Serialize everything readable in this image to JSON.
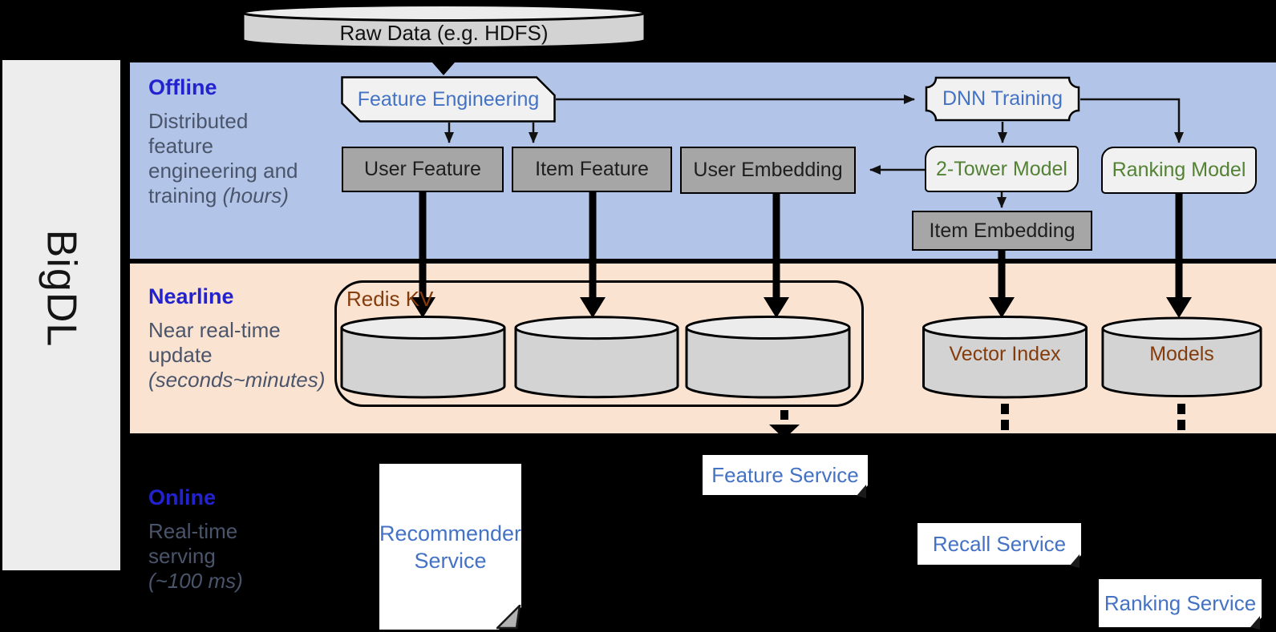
{
  "bigdl_label": "BigDL",
  "raw_data_label": "Raw Data (e.g. HDFS)",
  "sections": {
    "offline": {
      "title": "Offline",
      "line1": "Distributed",
      "line2": "feature",
      "line3": "engineering and",
      "line4_regular": "training ",
      "line4_italic": "(hours)"
    },
    "nearline": {
      "title": "Nearline",
      "line1": "Near real-time",
      "line2": "update",
      "line3_italic": "(seconds~minutes)"
    },
    "online": {
      "title": "Online",
      "line1": "Real-time",
      "line2": "serving",
      "line3_italic": "(~100 ms)"
    }
  },
  "boxes": {
    "feature_engineering": "Feature Engineering",
    "dnn_training": "DNN Training",
    "user_feature": "User Feature",
    "item_feature": "Item Feature",
    "user_embedding": "User Embedding",
    "two_tower_model": "2-Tower Model",
    "ranking_model": "Ranking Model",
    "item_embedding": "Item Embedding"
  },
  "storage": {
    "redis_kv": "Redis KV",
    "vector_index": "Vector Index",
    "models": "Models"
  },
  "services": {
    "recommender_line1": "Recommender",
    "recommender_line2": "Service",
    "feature": "Feature Service",
    "recall": "Recall Service",
    "ranking": "Ranking Service"
  },
  "colors": {
    "offline_band": "#b2c5e8",
    "nearline_band": "#fbe3d1",
    "dark_box": "#a6a6a6",
    "light_box": "#f1f1f1",
    "cylinder_body": "#d3d3d3",
    "cylinder_top": "#ececec",
    "section_title_blue": "#2222cf",
    "section_desc_gray": "#4a556b",
    "box_text_blue": "#4472c4",
    "model_text_green": "#548235",
    "storage_text_brown": "#843c0c"
  }
}
